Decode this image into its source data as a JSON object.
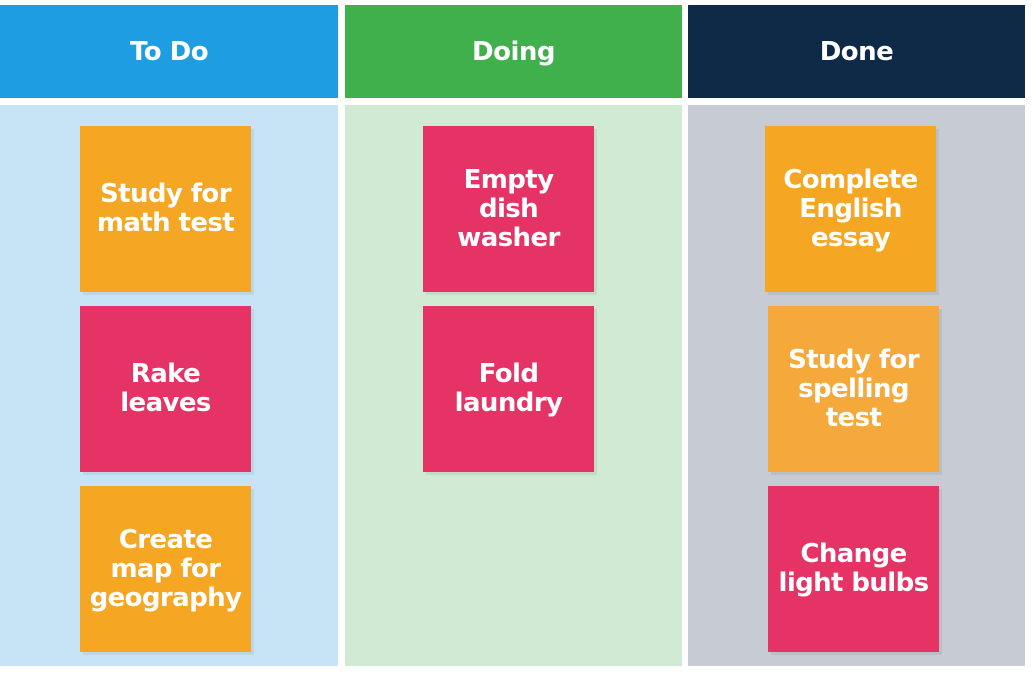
{
  "board": {
    "columns": [
      {
        "title": "To Do",
        "header_color": "#1e9de3",
        "body_color": "#c7e4f6",
        "cards": [
          {
            "text": "Study for\nmath test",
            "color": "#f5a623"
          },
          {
            "text": "Rake\nleaves",
            "color": "#e63366"
          },
          {
            "text": "Create\nmap for\ngeography",
            "color": "#f5a623"
          }
        ]
      },
      {
        "title": "Doing",
        "header_color": "#3fb04c",
        "body_color": "#d1ead4",
        "cards": [
          {
            "text": "Empty\ndish\nwasher",
            "color": "#e63366"
          },
          {
            "text": "Fold\nlaundry",
            "color": "#e63366"
          }
        ]
      },
      {
        "title": "Done",
        "header_color": "#0e2a47",
        "body_color": "#c6cbd4",
        "cards": [
          {
            "text": "Complete\nEnglish\nessay",
            "color": "#f5a623"
          },
          {
            "text": "Study for\nspelling\ntest",
            "color": "#f4a93a"
          },
          {
            "text": "Change\nlight bulbs",
            "color": "#e63366"
          }
        ]
      }
    ]
  }
}
